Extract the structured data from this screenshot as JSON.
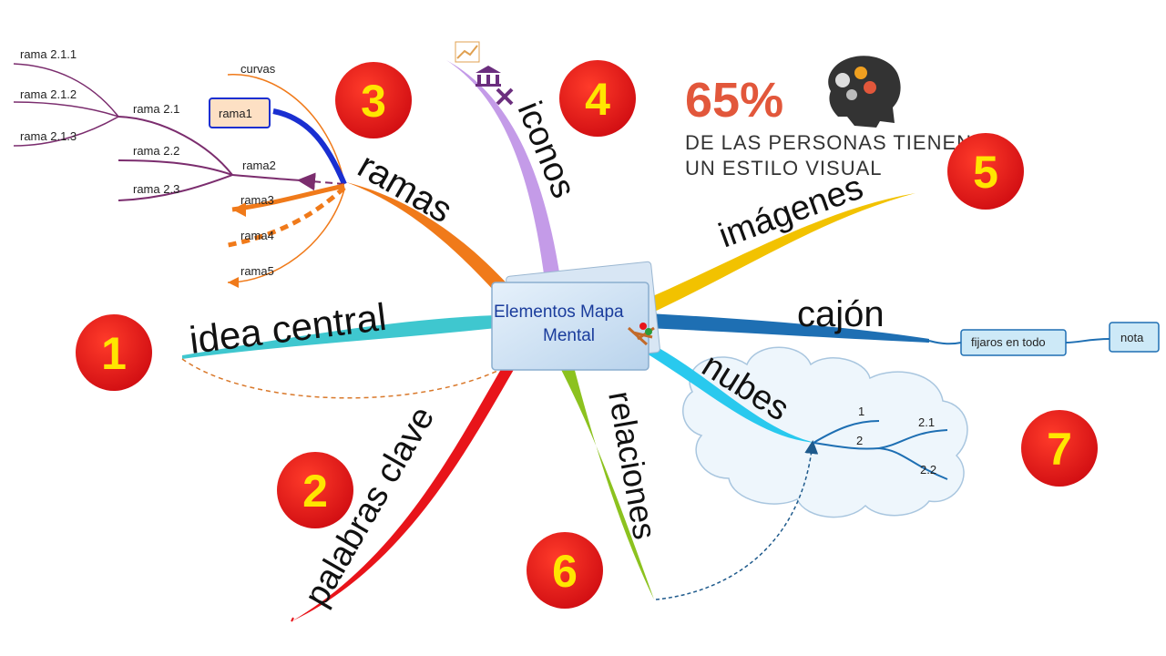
{
  "center": {
    "line1": "Elementos Mapa",
    "line2": "Mental"
  },
  "branches": {
    "idea_central": "idea central",
    "palabras_clave": "palabras clave",
    "ramas": "ramas",
    "iconos": "iconos",
    "imagenes": "imágenes",
    "cajon": "cajón",
    "nubes": "nubes",
    "relaciones": "relaciones"
  },
  "numbers": [
    "1",
    "2",
    "3",
    "4",
    "5",
    "6",
    "7"
  ],
  "ramas_detail": {
    "curvas": "curvas",
    "rama1": "rama1",
    "rama2": "rama2",
    "rama3": "rama3",
    "rama4": "rama4",
    "rama5": "rama5",
    "rama_2_1": "rama 2.1",
    "rama_2_2": "rama 2.2",
    "rama_2_3": "rama 2.3",
    "rama_2_1_1": "rama 2.1.1",
    "rama_2_1_2": "rama 2.1.2",
    "rama_2_1_3": "rama 2.1.3"
  },
  "cajon_detail": {
    "box1": "fijaros en todo",
    "box2": "nota"
  },
  "nubes_detail": {
    "n1": "1",
    "n2": "2",
    "n21": "2.1",
    "n22": "2.2"
  },
  "stat": {
    "percent": "65%",
    "line1": "DE LAS PERSONAS TIENEN",
    "line2": "UN ESTILO VISUAL"
  },
  "colors": {
    "idea_central": "#3fc7cf",
    "palabras_clave": "#e8141a",
    "ramas": "#f07a1a",
    "iconos": "#c49be8",
    "imagenes": "#f2c200",
    "cajon": "#1e6fb3",
    "nubes": "#29c9ee",
    "relaciones": "#8cc21f",
    "number_circle": "#e8141a",
    "number_text": "#ffe600",
    "purple_branch": "#7b2d6e"
  }
}
